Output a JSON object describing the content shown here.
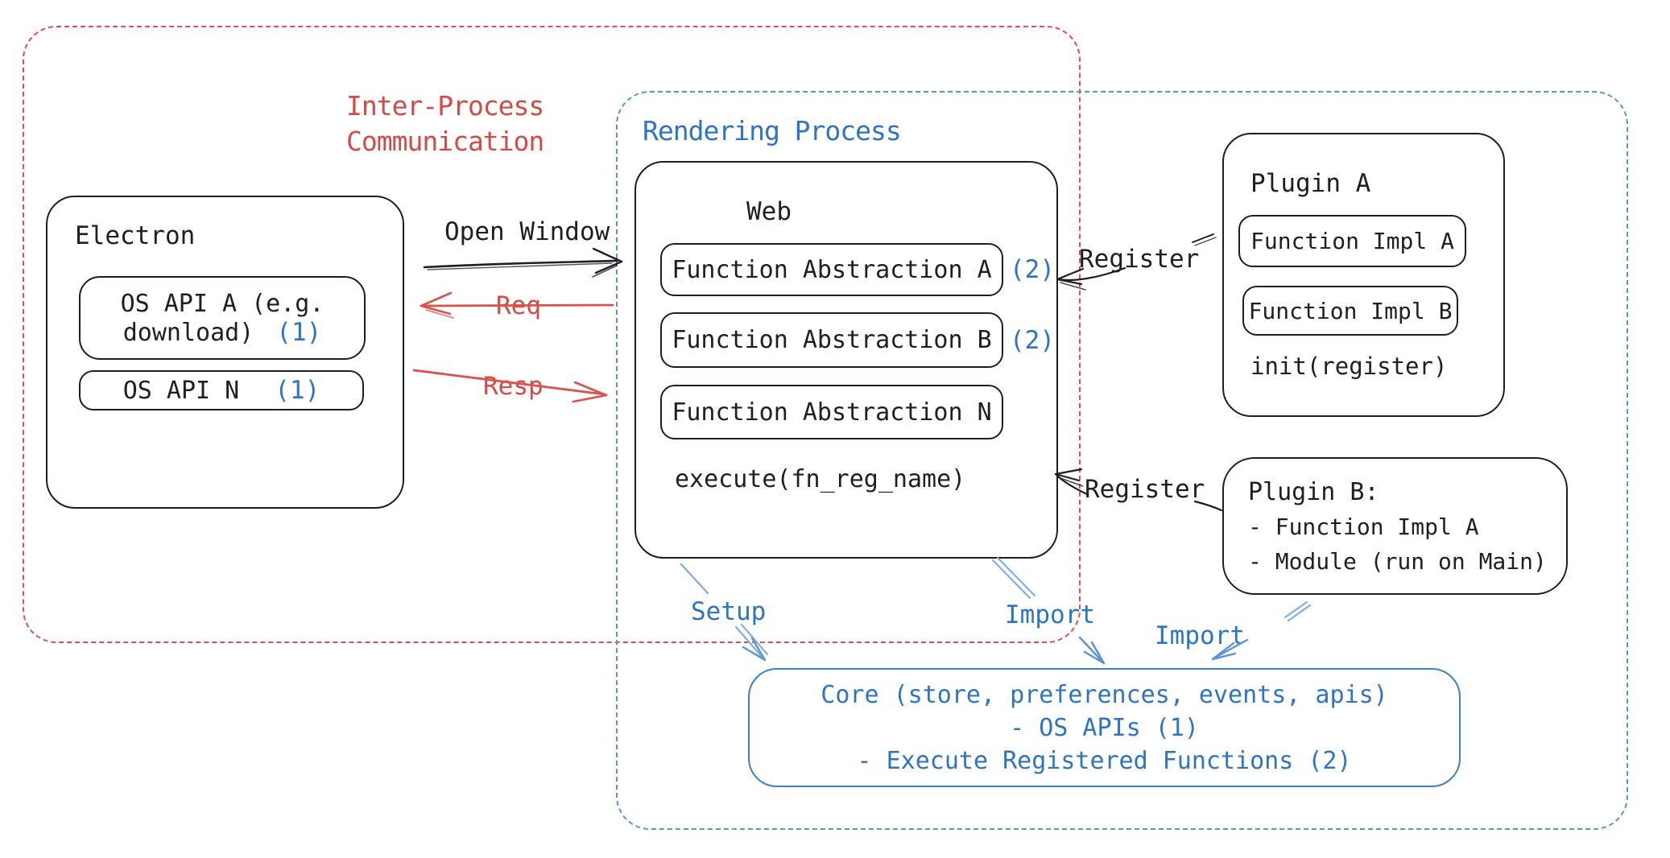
{
  "regions": {
    "ipc": {
      "label_line1": "Inter-Process",
      "label_line2": "Communication"
    },
    "rendering": {
      "label": "Rendering Process"
    }
  },
  "electron": {
    "title": "Electron",
    "api_a": {
      "line1": "OS API A (e.g.",
      "line2": "download)",
      "badge": "(1)"
    },
    "api_n": {
      "label": "OS API N",
      "badge": "(1)"
    }
  },
  "web": {
    "title": "Web",
    "abstraction_a": {
      "label": "Function Abstraction A",
      "badge": "(2)"
    },
    "abstraction_b": {
      "label": "Function Abstraction B",
      "badge": "(2)"
    },
    "abstraction_n": {
      "label": "Function Abstraction N",
      "badge": ""
    },
    "execute": "execute(fn_reg_name)"
  },
  "plugin_a": {
    "title": "Plugin A",
    "impl_a": "Function Impl A",
    "impl_b": "Function Impl B",
    "init": "init(register)"
  },
  "plugin_b": {
    "title": "Plugin B:",
    "item1": "- Function Impl A",
    "item2": "- Module (run on Main)"
  },
  "core": {
    "line1": "Core (store, preferences, events, apis)",
    "line2": "- OS APIs (1)",
    "line3": "- Execute Registered Functions (2)"
  },
  "arrows": {
    "open_window": "Open Window",
    "req": "Req",
    "resp": "Resp",
    "register_top": "Register",
    "register_bottom": "Register",
    "setup": "Setup",
    "import_web": "Import",
    "import_plugin_b": "Import"
  },
  "colors": {
    "red_accent": "#dd514d",
    "blue_accent": "#2e74c4",
    "blue_dash": "#5b94d6",
    "light_blue_arrow": "#82aee2",
    "ink": "#1f1f1f"
  }
}
